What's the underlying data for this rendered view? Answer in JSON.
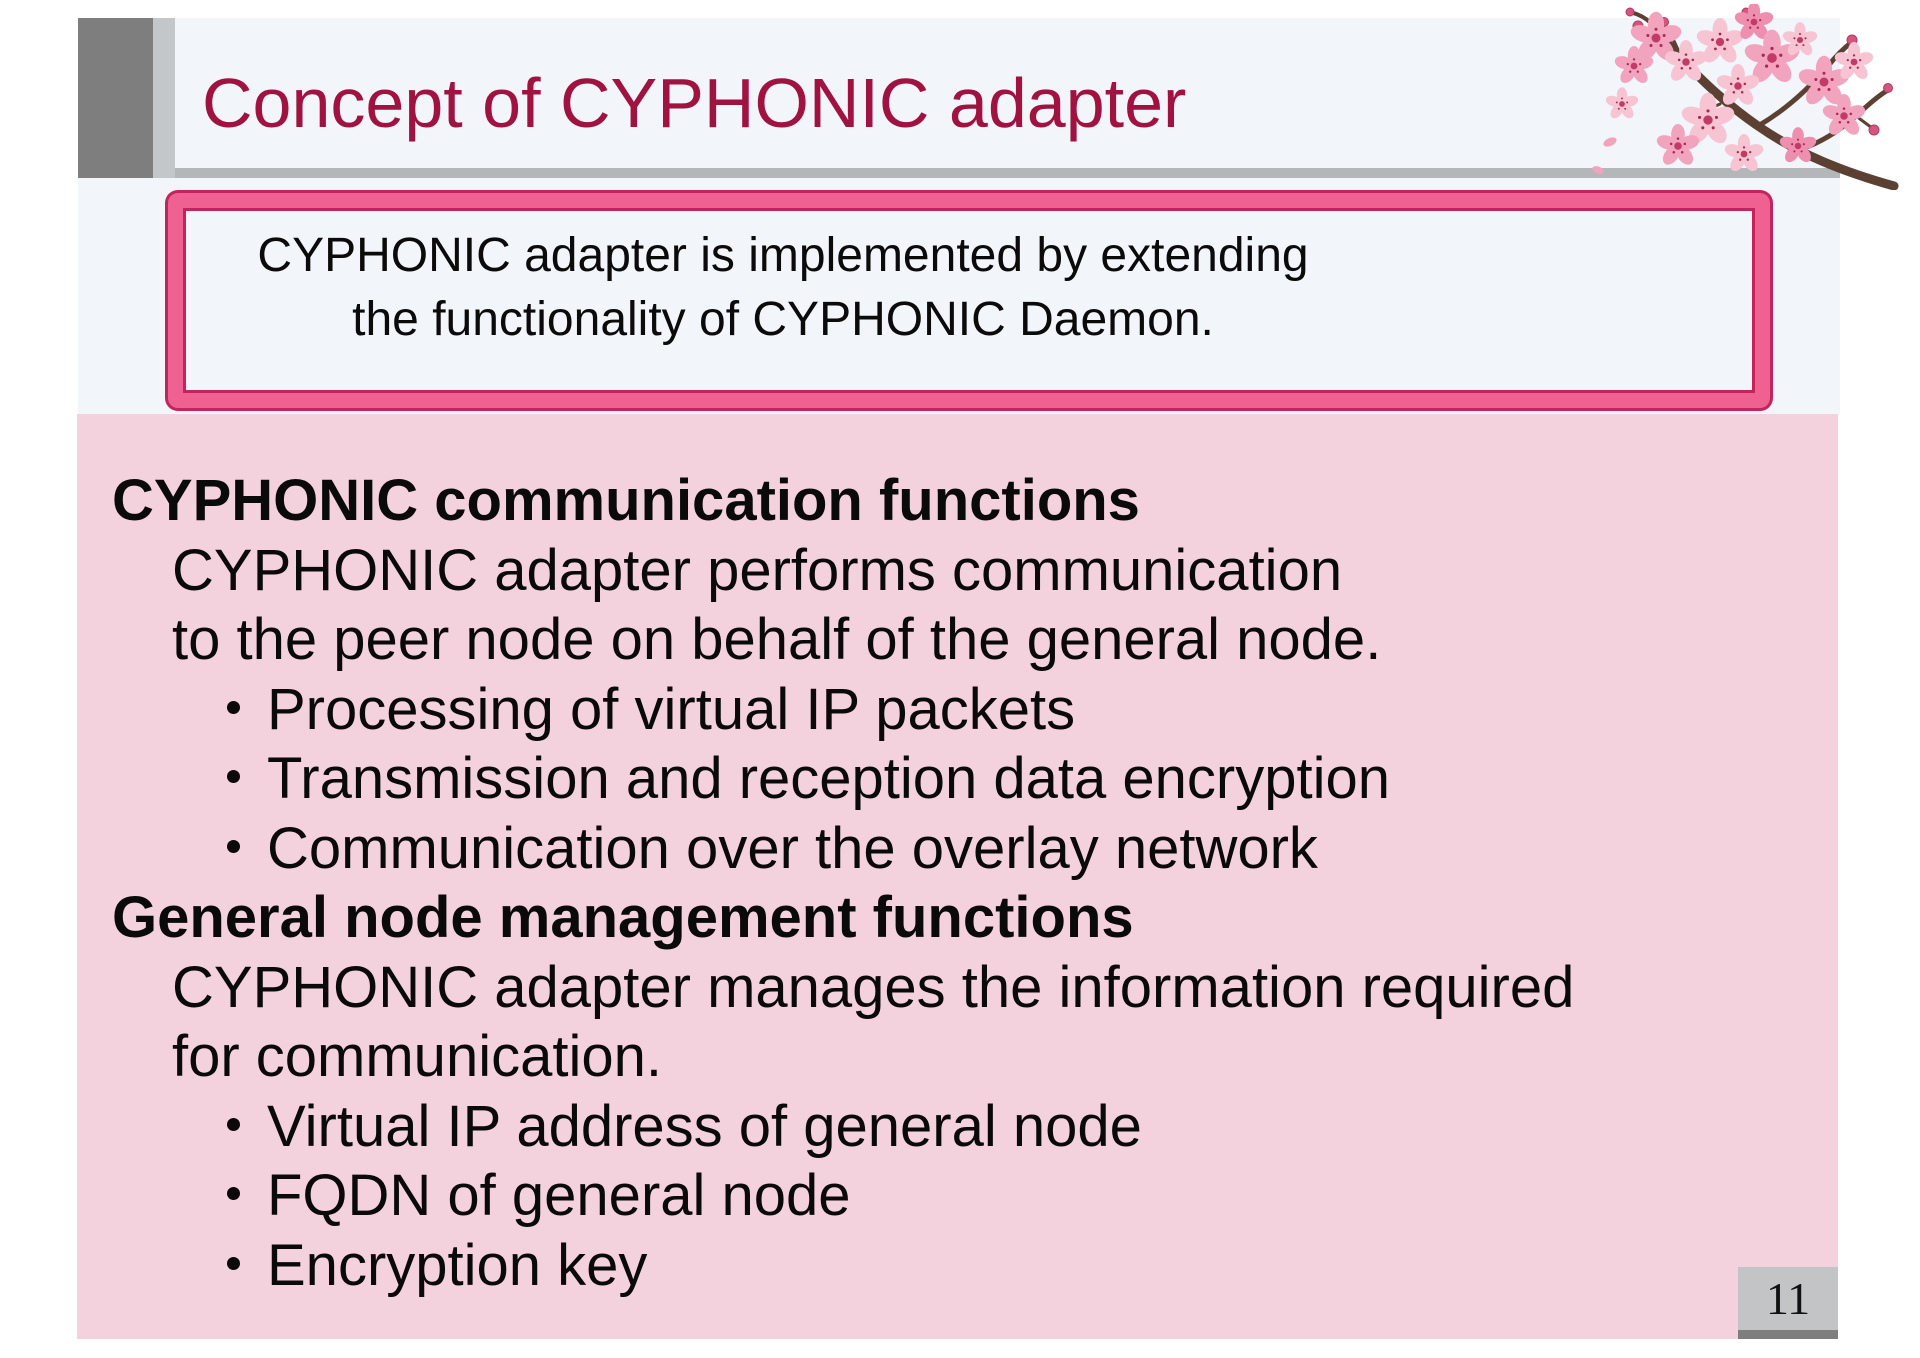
{
  "slide": {
    "title": "Concept of CYPHONIC adapter",
    "callout": {
      "lines": [
        "CYPHONIC adapter is implemented by extending",
        "the functionality of CYPHONIC Daemon."
      ]
    },
    "content": {
      "sections": [
        {
          "heading": "CYPHONIC communication functions",
          "body": [
            "CYPHONIC adapter performs communication",
            "to the peer node on behalf of the general node."
          ],
          "bullets": [
            "Processing of virtual IP packets",
            "Transmission and reception data encryption",
            "Communication over the overlay network"
          ]
        },
        {
          "heading": "General node management functions",
          "body": [
            "CYPHONIC adapter manages the information required",
            "for communication."
          ],
          "bullets": [
            "Virtual IP address of general node",
            "FQDN of general node",
            "Encryption key"
          ]
        }
      ]
    },
    "page_number": "11",
    "icons": {
      "decoration": "cherry-blossom-branch",
      "bullet_glyph": "·"
    },
    "colors": {
      "title_text": "#A01240",
      "callout_border": "#EE6191",
      "callout_border_outline": "#C2255E",
      "header_band_bg": "#F2F5F9",
      "content_bg": "#F4D2DD",
      "accent_gray_dark": "#7E7E7E",
      "accent_gray_light": "#C3C7C9",
      "rule_gray": "#B3B7B9",
      "badge_bg": "#C2C4C5",
      "text": "#0A0A0A"
    }
  }
}
